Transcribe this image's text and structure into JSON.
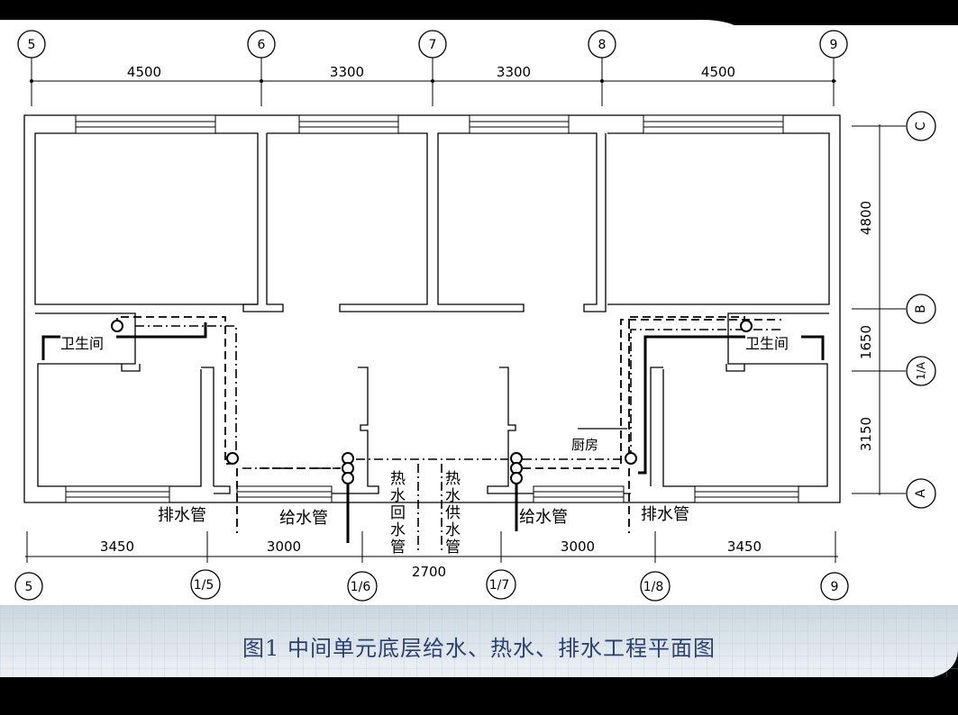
{
  "caption": "图1 中间单元底层给水、热水、排水工程平面图",
  "axes_top": [
    "5",
    "6",
    "7",
    "8",
    "9"
  ],
  "dims_top": [
    "4500",
    "3300",
    "3300",
    "4500"
  ],
  "axes_right": [
    "C",
    "B",
    "1/A",
    "A"
  ],
  "dims_right": [
    "4800",
    "1650",
    "3150"
  ],
  "axes_bottom": [
    "5",
    "1/5",
    "1/6",
    "1/7",
    "1/8",
    "9"
  ],
  "dims_bottom": [
    "3450",
    "3000",
    "2700",
    "3000",
    "3450"
  ],
  "labels": {
    "bathroom_left": "卫生间",
    "bathroom_right": "卫生间",
    "kitchen": "厨房",
    "drain_left": "排水管",
    "supply_left": "给水管",
    "hot_return": "热水回水管",
    "hot_supply": "热水供水管",
    "supply_right": "给水管",
    "drain_right": "排水管"
  },
  "colors": {
    "background": "#000000",
    "slide": "#ffffff",
    "footer_band": "#dde6ee",
    "caption": "#2c3f73"
  }
}
